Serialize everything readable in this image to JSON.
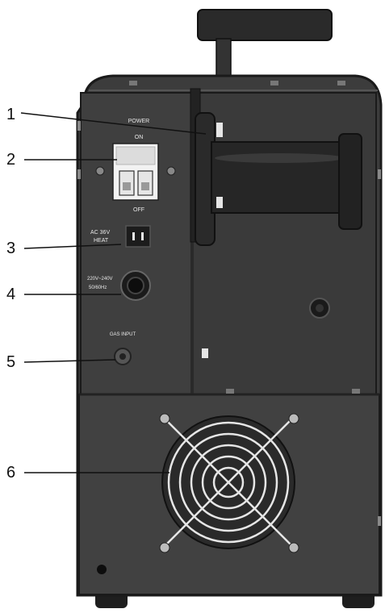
{
  "callouts": [
    {
      "number": "1",
      "component": "wire-spool-holder"
    },
    {
      "number": "2",
      "component": "power-switch"
    },
    {
      "number": "3",
      "component": "heat-socket"
    },
    {
      "number": "4",
      "component": "power-cable-inlet"
    },
    {
      "number": "5",
      "component": "gas-input"
    },
    {
      "number": "6",
      "component": "cooling-fan"
    }
  ],
  "panel_labels": {
    "power": "POWER",
    "on": "ON",
    "off": "OFF",
    "ac": "AC 36V",
    "heat": "HEAT",
    "voltage": "220V~240V",
    "frequency": "50/60Hz",
    "gas_input": "GAS INPUT"
  },
  "colors": {
    "cabinet": "#3c3c3c",
    "panel": "#3f3f3f",
    "outline": "#1a1a1a",
    "switch": "#f2f2f2",
    "leader_line": "#111111"
  }
}
